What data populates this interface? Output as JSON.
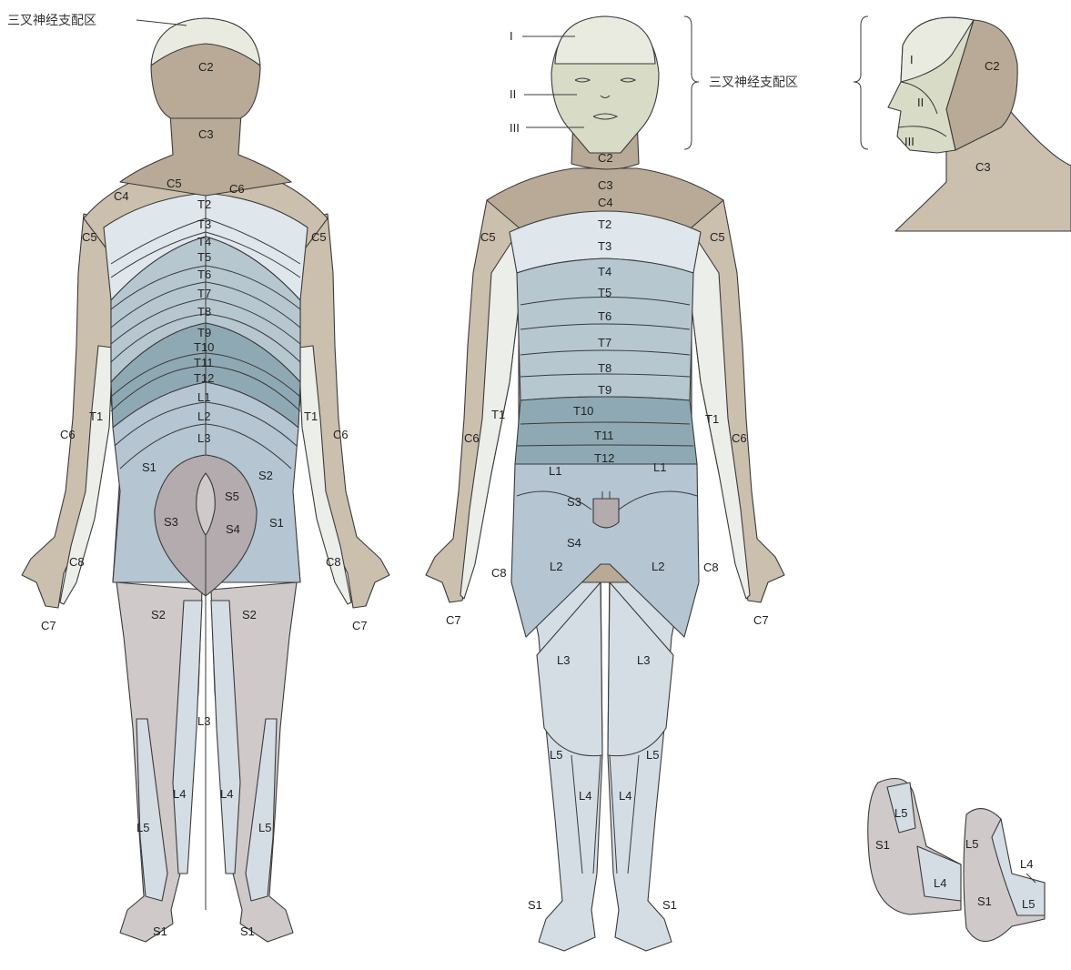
{
  "colors": {
    "cervical_dark": "#b8aa96",
    "cervical_light": "#cbbfae",
    "trigeminal": "#e9ebe0",
    "face": "#d8dcc6",
    "upper_thoracic": "#dfe6ec",
    "mid_thoracic": "#b6c7d0",
    "lower_thoracic": "#8fa9b4",
    "lumbar": "#b5c5d2",
    "leg_light": "#d4dde4",
    "sacral": "#cfc9c9",
    "sacral_dark": "#b3abad",
    "arm_inner": "#eceee9"
  },
  "figures": {
    "back": {
      "trigeminal_label": "三叉神经支配区",
      "labels": {
        "c2": "C2",
        "c3": "C3",
        "c4": "C4",
        "c5_top": "C5",
        "c6_top": "C6",
        "c5_left": "C5",
        "c5_right": "C5",
        "c6_left": "C6",
        "c6_right": "C6",
        "t1_left": "T1",
        "t1_right": "T1",
        "c8_left": "C8",
        "c8_right": "C8",
        "c7_left": "C7",
        "c7_right": "C7",
        "t2": "T2",
        "t3": "T3",
        "t4": "T4",
        "t5": "T5",
        "t6": "T6",
        "t7": "T7",
        "t8": "T8",
        "t9": "T9",
        "t10": "T10",
        "t11": "T11",
        "t12": "T12",
        "l1": "L1",
        "l2": "L2",
        "l3": "L3",
        "s1_mid": "S1",
        "s2_mid": "S2",
        "s5": "S5",
        "s3": "S3",
        "s4": "S4",
        "s1_right": "S1",
        "s2_left": "S2",
        "s2_right": "S2",
        "l3_leg": "L3",
        "l4_left": "L4",
        "l4_right": "L4",
        "l5_left": "L5",
        "l5_right": "L5",
        "s1_foot_left": "S1",
        "s1_foot_right": "S1"
      }
    },
    "front": {
      "trigeminal_label": "三叉神经支配区",
      "labels": {
        "i": "I",
        "ii": "II",
        "iii": "III",
        "c2": "C2",
        "c3": "C3",
        "c4": "C4",
        "t2": "T2",
        "t3": "T3",
        "t4": "T4",
        "t5": "T5",
        "t6": "T6",
        "t7": "T7",
        "t8": "T8",
        "t9": "T9",
        "t10": "T10",
        "t11": "T11",
        "t12": "T12",
        "c5_left": "C5",
        "c5_right": "C5",
        "c6_left": "C6",
        "c6_right": "C6",
        "t1_left": "T1",
        "t1_right": "T1",
        "c8_left": "C8",
        "c8_right": "C8",
        "c7_left": "C7",
        "c7_right": "C7",
        "l1_left": "L1",
        "l1_right": "L1",
        "s3": "S3",
        "s4": "S4",
        "l2_left": "L2",
        "l2_right": "L2",
        "l3_left": "L3",
        "l3_right": "L3",
        "l5_left": "L5",
        "l5_right": "L5",
        "l4_left": "L4",
        "l4_right": "L4",
        "s1_left": "S1",
        "s1_right": "S1"
      }
    },
    "head": {
      "labels": {
        "i": "I",
        "ii": "II",
        "iii": "III",
        "c2": "C2",
        "c3": "C3"
      }
    },
    "feet": {
      "labels": {
        "l5_sole": "L5",
        "s1_sole": "S1",
        "l4_side": "L4",
        "l5_front": "L5",
        "s1_front": "S1",
        "l4_front": "L4",
        "l5_top": "L5"
      }
    }
  }
}
